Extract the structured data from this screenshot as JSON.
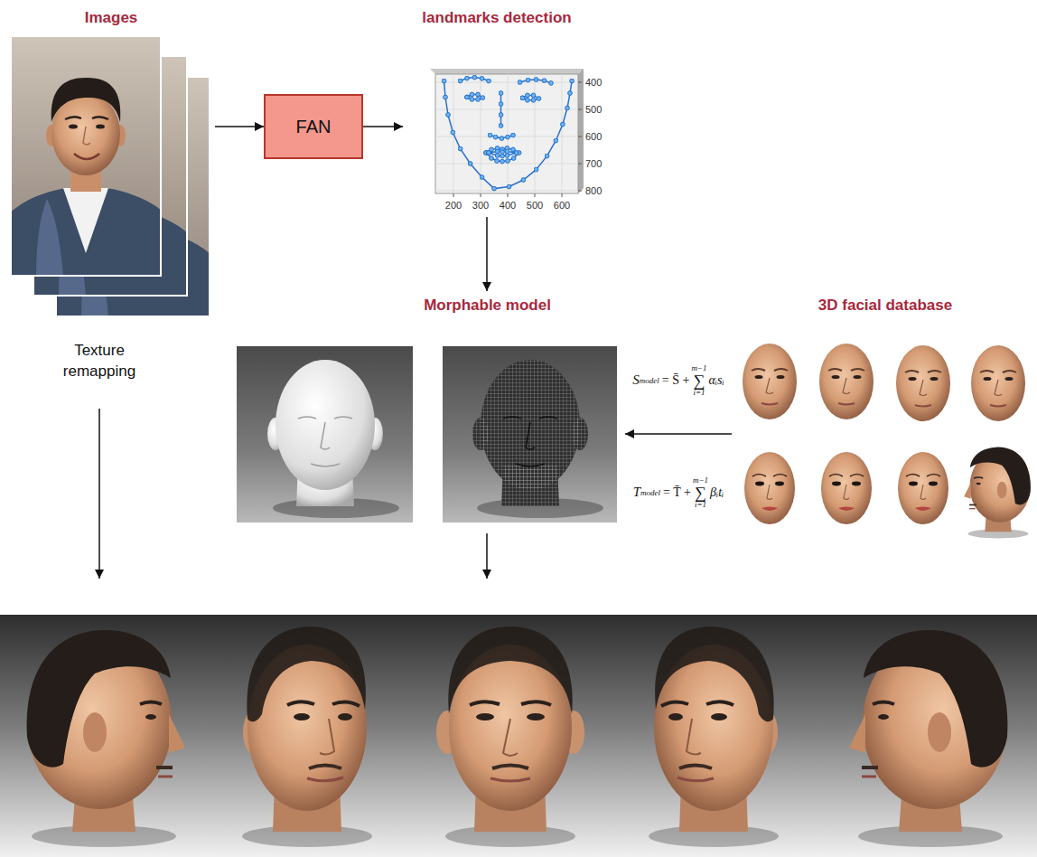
{
  "diagram": {
    "nodes": [
      {
        "text": [
          "Images"
        ]
      },
      {
        "text": [
          "FAN"
        ]
      },
      {
        "text": [
          "landmarks detection"
        ]
      },
      {
        "text": [
          "Morphable model"
        ]
      },
      {
        "text": [
          "3D facial database"
        ]
      }
    ],
    "edges": [
      {
        "from": 0,
        "to": 1,
        "arrow": "to"
      },
      {
        "from": 1,
        "to": 2,
        "arrow": "to"
      },
      {
        "from": 2,
        "to": 3,
        "arrow": "to"
      },
      {
        "from": 4,
        "to": 3,
        "arrow": "to"
      }
    ],
    "labels": [
      "400",
      "500",
      "600",
      "700",
      "800",
      "200",
      "300",
      "400",
      "500",
      "600",
      "Texture remapping",
      "S",
      "model",
      "= S̄ +",
      "m−1",
      "∑",
      "i=1",
      "αᵢsᵢ",
      "T",
      "model",
      "= T̄ +",
      "m−1",
      "∑",
      "i=1",
      "βᵢtᵢ"
    ]
  }
}
